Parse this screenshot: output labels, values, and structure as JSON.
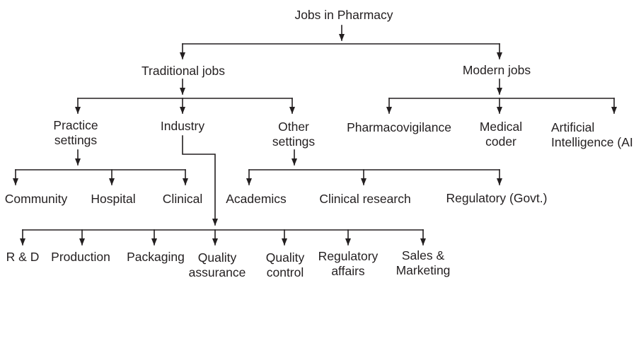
{
  "nodes": {
    "root": [
      "Jobs in Pharmacy"
    ],
    "traditional": [
      "Traditional jobs"
    ],
    "modern": [
      "Modern jobs"
    ],
    "practice": [
      "Practice",
      "settings"
    ],
    "industry": [
      "Industry"
    ],
    "other": [
      "Other",
      "settings"
    ],
    "pharmacovigilance": [
      "Pharmacovigilance"
    ],
    "medical_coder": [
      "Medical",
      "coder"
    ],
    "ai": [
      "Artificial",
      "Intelligence (AI"
    ],
    "community": [
      "Community"
    ],
    "hospital": [
      "Hospital"
    ],
    "clinical": [
      "Clinical"
    ],
    "academics": [
      "Academics"
    ],
    "clinical_research": [
      "Clinical research"
    ],
    "regulatory_govt": [
      "Regulatory (Govt.)"
    ],
    "rnd": [
      "R & D"
    ],
    "production": [
      "Production"
    ],
    "packaging": [
      "Packaging"
    ],
    "qa": [
      "Quality",
      "assurance"
    ],
    "qc": [
      "Quality",
      "control"
    ],
    "regulatory_affairs": [
      "Regulatory",
      "affairs"
    ],
    "sales": [
      "Sales &",
      "Marketing"
    ]
  },
  "colors": {
    "line": "#231f20",
    "text": "#231f20",
    "background": "#ffffff"
  }
}
